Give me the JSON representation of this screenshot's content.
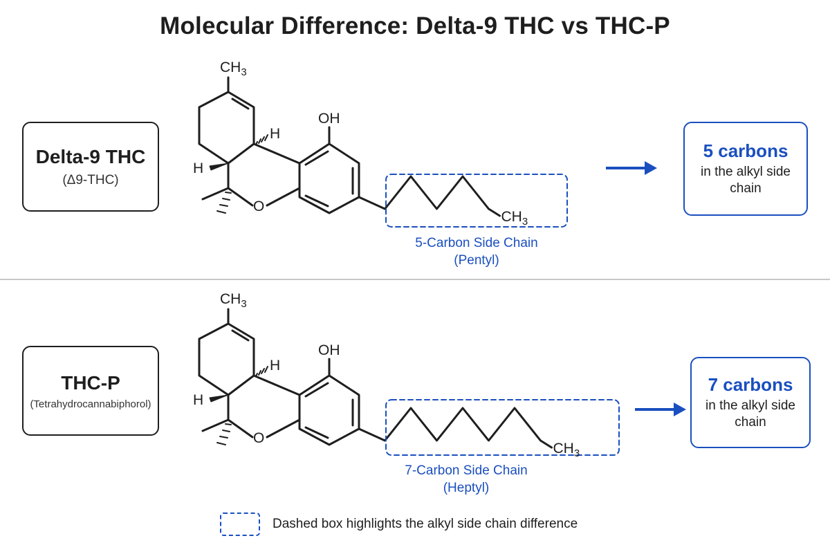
{
  "title": "Molecular Difference: Delta-9 THC vs THC-P",
  "colors": {
    "accent": "#1a4fbf",
    "line": "#1e1e1e",
    "divider": "#c8c8c8"
  },
  "molecules": [
    {
      "name": "Delta-9 THC",
      "subtitle": "(Δ9-THC)",
      "chain_carbons": 5,
      "chain_label_line1": "5-Carbon Side Chain",
      "chain_label_line2": "(Pentyl)",
      "result_count": "5 carbons",
      "result_desc": "in the alkyl side chain"
    },
    {
      "name": "THC-P",
      "subtitle": "(Tetrahydrocannabiphorol)",
      "chain_carbons": 7,
      "chain_label_line1": "7-Carbon Side Chain",
      "chain_label_line2": "(Heptyl)",
      "result_count": "7 carbons",
      "result_desc": "in the alkyl side chain"
    }
  ],
  "atoms": {
    "methyl": "CH3",
    "hydroxyl": "OH",
    "hydrogen": "H",
    "oxygen": "O",
    "terminal_methyl": "CH3"
  },
  "legend": {
    "text": "Dashed box highlights the alkyl side chain difference"
  }
}
